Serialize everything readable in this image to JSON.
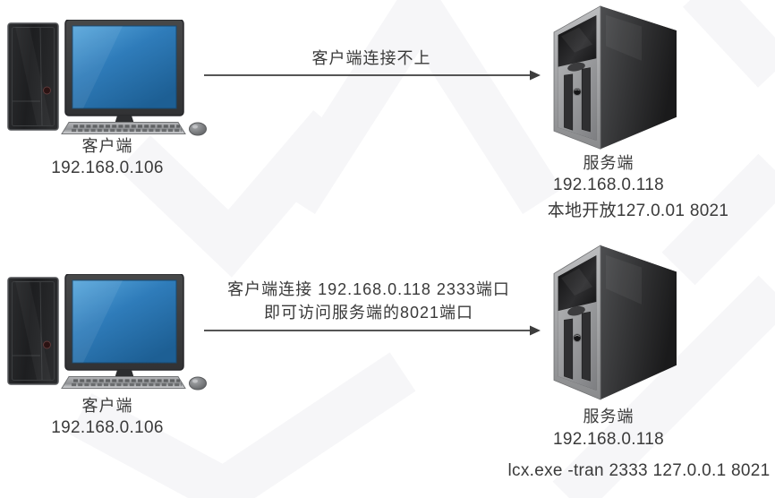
{
  "diagram": {
    "title": "lcx port-forwarding network diagram",
    "top": {
      "client": {
        "name": "客户端",
        "ip": "192.168.0.106"
      },
      "arrow": {
        "label": "客户端连接不上"
      },
      "server": {
        "name": "服务端",
        "ip": "192.168.0.118",
        "note": "本地开放127.0.01 8021"
      }
    },
    "bottom": {
      "client": {
        "name": "客户端",
        "ip": "192.168.0.106"
      },
      "arrow": {
        "label_line1": "客户端连接 192.168.0.118 2333端口",
        "label_line2": "即可访问服务端的8021端口"
      },
      "server": {
        "name": "服务端",
        "ip": "192.168.0.118",
        "note": "lcx.exe -tran 2333 127.0.0.1 8021"
      }
    },
    "icons": {
      "client": "desktop-computer-icon",
      "server": "server-tower-icon"
    },
    "colors": {
      "background": "#ffffff",
      "watermark": "#f6f6f8",
      "text": "#3a3a3a",
      "arrow": "#3d3d3d",
      "screen_blue": "#2f7cba"
    }
  }
}
